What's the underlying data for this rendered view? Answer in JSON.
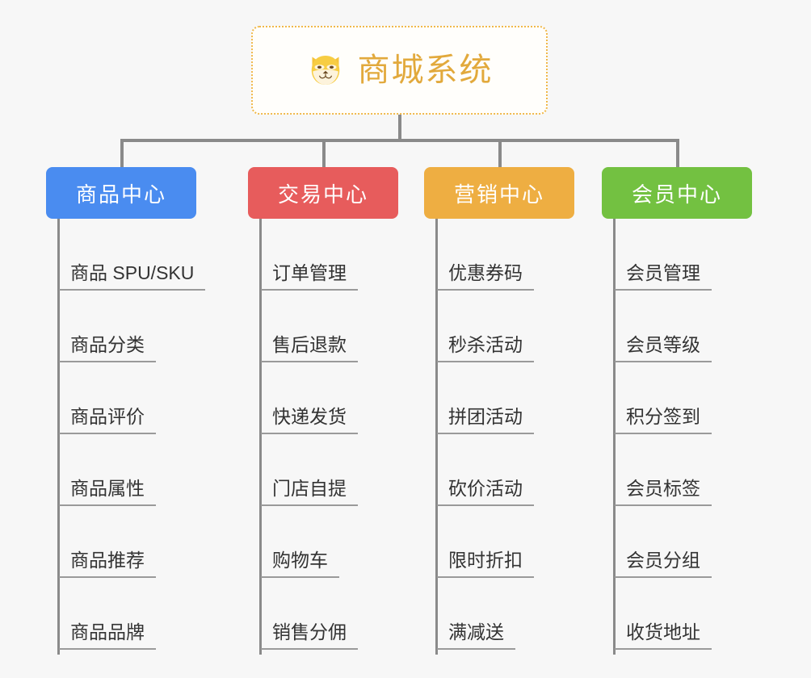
{
  "diagram": {
    "type": "org-chart",
    "background_color": "#f7f7f7",
    "root": {
      "title": "商城系统",
      "icon": "shiba-dog-icon",
      "text_color": "#e2a93c",
      "border_color": "#f0b84a",
      "background_color": "#fffefb"
    },
    "branches": [
      {
        "label": "商品中心",
        "color": "#4a8cf0",
        "items": [
          "商品 SPU/SKU",
          "商品分类",
          "商品评价",
          "商品属性",
          "商品推荐",
          "商品品牌"
        ]
      },
      {
        "label": "交易中心",
        "color": "#e75c5c",
        "items": [
          "订单管理",
          "售后退款",
          "快递发货",
          "门店自提",
          "购物车",
          "销售分佣"
        ]
      },
      {
        "label": "营销中心",
        "color": "#eeae42",
        "items": [
          "优惠券码",
          "秒杀活动",
          "拼团活动",
          "砍价活动",
          "限时折扣",
          "满减送"
        ]
      },
      {
        "label": "会员中心",
        "color": "#73c141",
        "items": [
          "会员管理",
          "会员等级",
          "积分签到",
          "会员标签",
          "会员分组",
          "收货地址"
        ]
      }
    ],
    "connector_color": "#8a8a8a"
  }
}
